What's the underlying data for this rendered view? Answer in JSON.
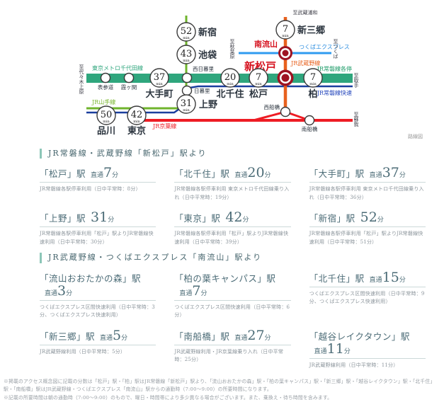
{
  "diagram": {
    "map_caption": "路線図",
    "min_unit": "min",
    "line_labels": {
      "chiyoda": "東京メトロ千代田線",
      "yamanote": "JR山手線",
      "keiyo": "JR京葉線",
      "tx": "つくばエクスプレス",
      "musashino": "JR武蔵野線",
      "joban_local": "JR常磐線各停",
      "joban_rapid": "JR常磐線快速"
    },
    "direction_labels": {
      "yoyogiuehara": "至代々木上原",
      "akihabara": "至秋葉原",
      "tsukuba": "至つくば",
      "musashiurawa": "至武蔵浦和",
      "toride": "至取手",
      "soga": "至蘇我"
    },
    "highlights": [
      {
        "name": "南流山"
      },
      {
        "name": "新松戸"
      }
    ],
    "timed_stations": [
      {
        "name": "新宿",
        "min": "52"
      },
      {
        "name": "池袋",
        "min": "43"
      },
      {
        "name": "大手町",
        "min": "37"
      },
      {
        "name": "上野",
        "min": "31"
      },
      {
        "name": "品川",
        "min": "50"
      },
      {
        "name": "東京",
        "min": "42"
      },
      {
        "name": "北千住",
        "min": "20"
      },
      {
        "name": "松戸",
        "min": "7"
      },
      {
        "name": "柏",
        "min": "7"
      },
      {
        "name": "新三郷",
        "min": "7"
      }
    ],
    "junctions": [
      "表参道",
      "霞ヶ関",
      "西日暮里",
      "日暮里",
      "西船橋",
      "南船橋"
    ],
    "colors": {
      "joban_local_band": "#2fa67d",
      "yamanote_green": "#6fb42c",
      "joban_rapid_blue": "#1b3f9e",
      "keiyo_red": "#ee1c24",
      "musashino_orange": "#e8611e",
      "tx_blue": "#2f9bf0",
      "highlight_darkred": "#9e1322",
      "highlight_label_red": "#d6121f"
    }
  },
  "sections": [
    {
      "heading": "JR常磐線・武蔵野線「新松戸」駅より",
      "items": [
        {
          "station": "「松戸」駅",
          "prefix": "直通",
          "min": "7",
          "unit": "分",
          "note": "JR常磐線各駅停車利用（日中平常時：8分）"
        },
        {
          "station": "「北千住」駅",
          "prefix": "直通",
          "min": "20",
          "unit": "分",
          "note": "JR常磐線各駅停車利用 東京メトロ千代田線乗り入れ（日中平常時：19分）"
        },
        {
          "station": "「大手町」駅",
          "prefix": "直通",
          "min": "37",
          "unit": "分",
          "note": "JR常磐線各駅停車利用 東京メトロ千代田線乗り入れ（日中平常時：36分）"
        },
        {
          "station": "「上野」駅",
          "prefix": "",
          "min": "31",
          "unit": "分",
          "note": "JR常磐線各駅停車利用「松戸」駅よりJR常磐線快速利用（日中平常時：30分）"
        },
        {
          "station": "「東京」駅",
          "prefix": "",
          "min": "42",
          "unit": "分",
          "note": "JR常磐線各駅停車利用「松戸」駅よりJR常磐線快速利用（日中平常時：39分）"
        },
        {
          "station": "「新宿」駅",
          "prefix": "",
          "min": "52",
          "unit": "分",
          "note": "JR常磐線各駅停車利用「松戸」駅よりJR常磐線快速利用（日中平常時：51分）"
        }
      ]
    },
    {
      "heading": "JR武蔵野線・つくばエクスプレス「南流山」駅より",
      "items": [
        {
          "station": "「流山おおたかの森」駅",
          "prefix": "直通",
          "min": "3",
          "unit": "分",
          "note": "つくばエクスプレス区間快速利用（日中平常時：3分、つくばエクスプレス快速利用）"
        },
        {
          "station": "「柏の葉キャンパス」駅",
          "prefix": "直通",
          "min": "7",
          "unit": "分",
          "note": "つくばエクスプレス区間快速利用（日中平常時：6分）"
        },
        {
          "station": "「北千住」駅",
          "prefix": "直通",
          "min": "15",
          "unit": "分",
          "note": "つくばエクスプレス区間快速利用（日中平常時：9分、つくばエクスプレス快速利用）"
        },
        {
          "station": "「新三郷」駅",
          "prefix": "直通",
          "min": "5",
          "unit": "分",
          "note": "JR武蔵野線利用（日中平常時：5分）"
        },
        {
          "station": "「南船橋」駅",
          "prefix": "直通",
          "min": "27",
          "unit": "分",
          "note": "JR武蔵野線利用・JR京葉線乗り入れ（日中平常時：25分）"
        },
        {
          "station": "「越谷レイクタウン」駅",
          "prefix": "直通",
          "min": "11",
          "unit": "分",
          "note": "JR武蔵野線利用（日中平常時：11分）"
        }
      ]
    }
  ],
  "footnotes": [
    "※掲載のアクセス概念図に記載の分数は「松戸」駅・「柏」駅はJR常磐線「新松戸」駅より、「流山おおたかの森」駅・「柏の葉キャンパス」駅・「新三郷」駅・「越谷レイクタウン」駅・「北千住」駅・「南船橋」駅はJR武蔵野線・つくばエクスプレス「南流山」駅からの通勤時（7:00～9:00）の所要時間になります。",
    "※記載の所要時間は朝の通勤時（7:00～9:00）のもので、曜日・時間帯により多少異なる場合がございます。また、乗換え・待ち時間を含みます。"
  ]
}
